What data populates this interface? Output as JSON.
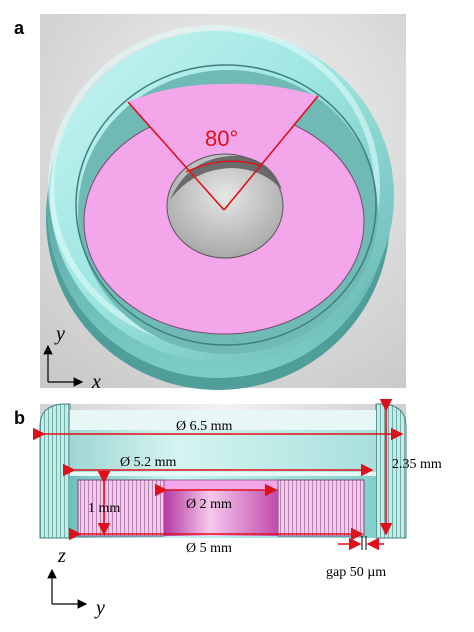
{
  "panel_a": {
    "label": "a",
    "angle_label": "80°",
    "axis_vertical": "y",
    "axis_horizontal": "x"
  },
  "panel_b": {
    "label": "b",
    "dim_outer_diameter": "Ø 6.5 mm",
    "dim_inner_diameter": "Ø 5.2 mm",
    "dim_hole_diameter": "Ø 2 mm",
    "dim_disk_diameter": "Ø 5 mm",
    "dim_height_total": "2.35 mm",
    "dim_height_disk": "1 mm",
    "dim_gap": "gap 50 µm",
    "axis_vertical": "z",
    "axis_horizontal": "y"
  },
  "colors": {
    "cyan": "#9fe6e2",
    "cyan_dark": "#4f9e9a",
    "pink": "#f3a6ea",
    "magenta": "#d34fc6",
    "red": "#e0101a",
    "panel_bg": "#dcdcdc"
  }
}
